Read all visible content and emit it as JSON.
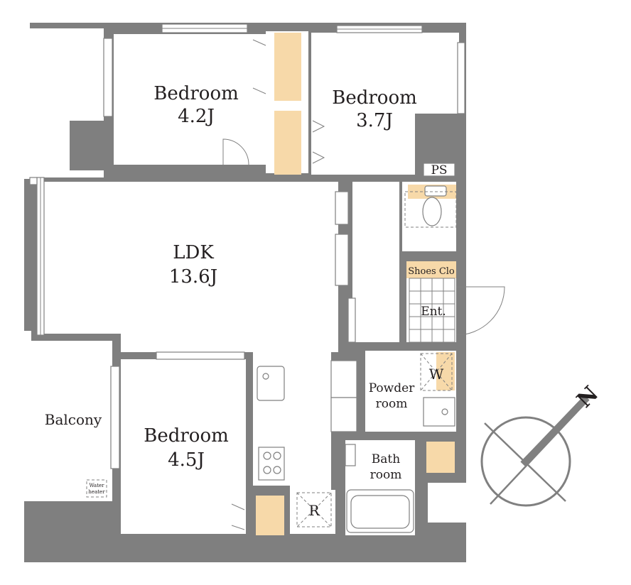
{
  "rooms": {
    "bedroom_nw": {
      "name": "Bedroom",
      "size": "4.2J"
    },
    "bedroom_ne": {
      "name": "Bedroom",
      "size": "3.7J"
    },
    "ldk": {
      "name": "LDK",
      "size": "13.6J"
    },
    "bedroom_sw": {
      "name": "Bedroom",
      "size": "4.5J"
    },
    "balcony": {
      "name": "Balcony"
    },
    "powder": {
      "name_line1": "Powder",
      "name_line2": "room"
    },
    "bath": {
      "name_line1": "Bath",
      "name_line2": "room"
    },
    "entrance": {
      "name": "Ent."
    }
  },
  "labels": {
    "ps": "PS",
    "shoes_closet": "Shoes Clo",
    "washer": "W",
    "refrigerator": "R",
    "water_heater_line1": "Water",
    "water_heater_line2": "heater"
  },
  "compass": {
    "north": "N"
  },
  "colors": {
    "wall": "#7f7f7f",
    "closet": "#f7d9a9",
    "background": "#ffffff"
  }
}
